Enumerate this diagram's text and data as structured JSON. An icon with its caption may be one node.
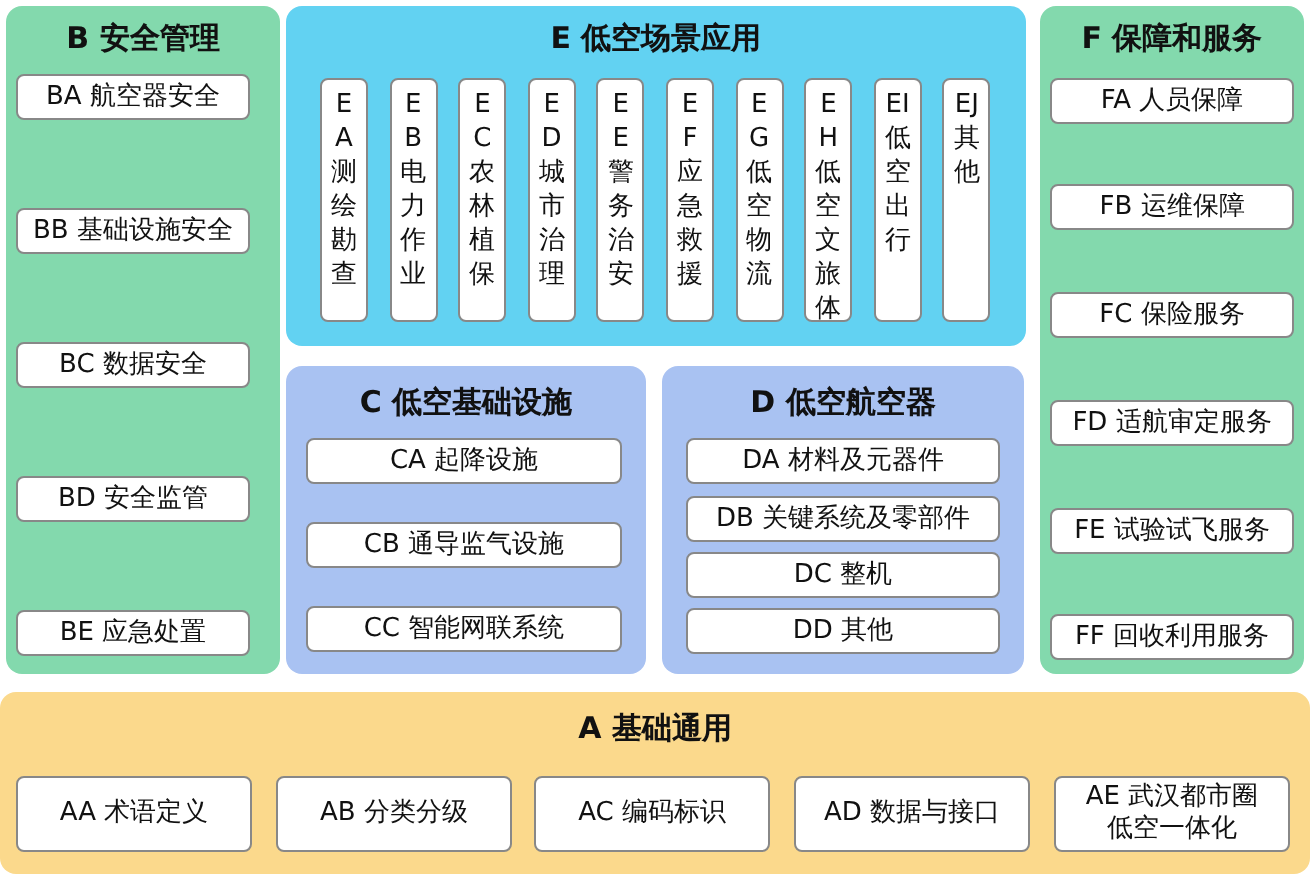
{
  "diagram": {
    "nodes": [
      {
        "text": [
          "B 安全管理"
        ]
      },
      {
        "text": [
          "BA 航空器安全"
        ],
        "in": 0
      },
      {
        "text": [
          "BB 基础设施安全"
        ],
        "in": 0
      },
      {
        "text": [
          "BC 数据安全"
        ],
        "in": 0
      },
      {
        "text": [
          "BD 安全监管"
        ],
        "in": 0
      },
      {
        "text": [
          "BE 应急处置"
        ],
        "in": 0
      },
      {
        "text": [
          "E 低空场景应用"
        ]
      },
      {
        "text": [
          "EA 测绘勘查"
        ],
        "in": 6
      },
      {
        "text": [
          "EB 电力作业"
        ],
        "in": 6
      },
      {
        "text": [
          "EC 农林植保"
        ],
        "in": 6
      },
      {
        "text": [
          "ED 城市治理"
        ],
        "in": 6
      },
      {
        "text": [
          "EE 警务治安"
        ],
        "in": 6
      },
      {
        "text": [
          "EF 应急救援"
        ],
        "in": 6
      },
      {
        "text": [
          "EG 低空物流"
        ],
        "in": 6
      },
      {
        "text": [
          "EH 低空文旅体"
        ],
        "in": 6
      },
      {
        "text": [
          "EI 低空出行"
        ],
        "in": 6
      },
      {
        "text": [
          "EJ 其他"
        ],
        "in": 6
      },
      {
        "text": [
          "F 保障和服务"
        ]
      },
      {
        "text": [
          "FA 人员保障"
        ],
        "in": 17
      },
      {
        "text": [
          "FB 运维保障"
        ],
        "in": 17
      },
      {
        "text": [
          "FC 保险服务"
        ],
        "in": 17
      },
      {
        "text": [
          "FD 适航审定服务"
        ],
        "in": 17
      },
      {
        "text": [
          "FE 试验试飞服务"
        ],
        "in": 17
      },
      {
        "text": [
          "FF 回收利用服务"
        ],
        "in": 17
      },
      {
        "text": [
          "C 低空基础设施"
        ]
      },
      {
        "text": [
          "CA 起降设施"
        ],
        "in": 24
      },
      {
        "text": [
          "CB 通导监气设施"
        ],
        "in": 24
      },
      {
        "text": [
          "CC 智能网联系统"
        ],
        "in": 24
      },
      {
        "text": [
          "D 低空航空器"
        ]
      },
      {
        "text": [
          "DA 材料及元器件"
        ],
        "in": 28
      },
      {
        "text": [
          "DB 关键系统及零部件"
        ],
        "in": 28
      },
      {
        "text": [
          "DC 整机"
        ],
        "in": 28
      },
      {
        "text": [
          "DD 其他"
        ],
        "in": 28
      },
      {
        "text": [
          "A 基础通用"
        ]
      },
      {
        "text": [
          "AA 术语定义"
        ],
        "in": 33
      },
      {
        "text": [
          "AB 分类分级"
        ],
        "in": 33
      },
      {
        "text": [
          "AC 编码标识"
        ],
        "in": 33
      },
      {
        "text": [
          "AD 数据与接口"
        ],
        "in": 33
      },
      {
        "text": [
          "AE 武汉都市圈低空一体化"
        ],
        "in": 33
      }
    ]
  }
}
